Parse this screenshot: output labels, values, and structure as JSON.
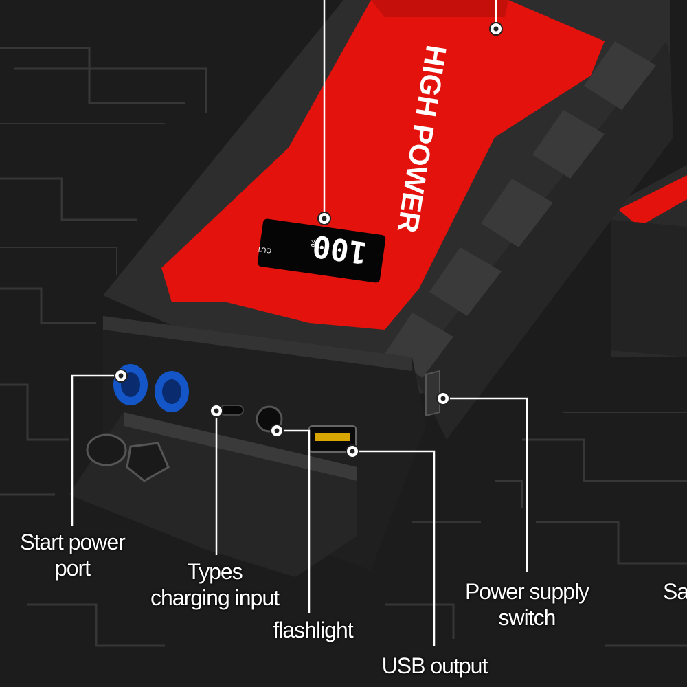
{
  "product": {
    "brand_text": "HIGH POWER",
    "display": {
      "reading": "100",
      "unit": "%",
      "out_label": "OUT"
    },
    "accent_color": "#e3120d",
    "body_color": "#2b2b2b"
  },
  "callouts": {
    "start_port": {
      "line1": "Start power",
      "line2": "port"
    },
    "type_c": {
      "line1": "Types",
      "line2": "charging input"
    },
    "flashlight": {
      "text": "flashlight"
    },
    "usb_output": {
      "text": "USB output"
    },
    "power_switch": {
      "line1": "Power supply",
      "line2": "switch"
    },
    "cut_off": {
      "text": "Sa"
    }
  },
  "icons": [
    "blue-terminal-icon",
    "flashlight-lens-icon",
    "usb-port-icon",
    "switch-icon"
  ]
}
